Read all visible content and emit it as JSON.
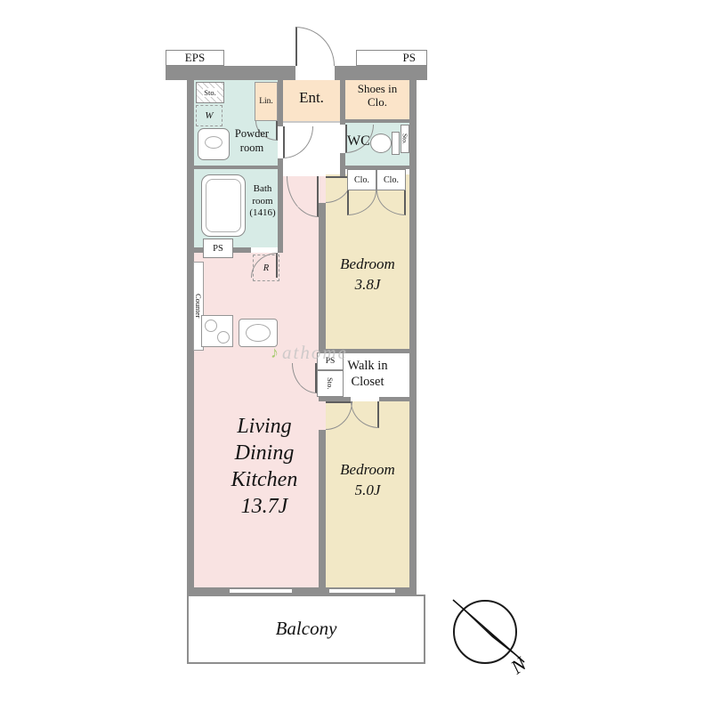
{
  "colors": {
    "wall": "#8e8e8e",
    "ldk_floor": "#f9e3e2",
    "wet_floor": "#d7ebe6",
    "bedroom_floor": "#f2e8c6",
    "entrance_floor": "#fbe4c9"
  },
  "shafts": {
    "eps": "EPS",
    "ps_top": "PS",
    "ps_bath": "PS",
    "ps_hall": "PS"
  },
  "entrance": {
    "label": "Ent.",
    "shoes_closet": [
      "Shoes in",
      "Clo."
    ]
  },
  "wet_area": {
    "storage": "Sto.",
    "washer": "W",
    "linen": "Lin.",
    "powder_room": [
      "Powder",
      "room"
    ],
    "bath_room": [
      "Bath",
      "room",
      "(1416)"
    ],
    "wc": "WC",
    "wc_storage": "Sto."
  },
  "storage": {
    "closet_a": "Clo.",
    "closet_b": "Clo.",
    "walk_in_closet": [
      "Walk in",
      "Closet"
    ],
    "hall_storage": "Sto.",
    "fridge": "R"
  },
  "kitchen": {
    "counter": "Counter"
  },
  "rooms": {
    "bedroom1": [
      "Bedroom",
      "3.8J"
    ],
    "bedroom2": [
      "Bedroom",
      "5.0J"
    ],
    "ldk": [
      "Living",
      "Dining",
      "Kitchen",
      "13.7J"
    ],
    "balcony": "Balcony"
  },
  "compass": {
    "north": "N"
  },
  "watermark": {
    "icon": "♪",
    "text": "athome"
  }
}
